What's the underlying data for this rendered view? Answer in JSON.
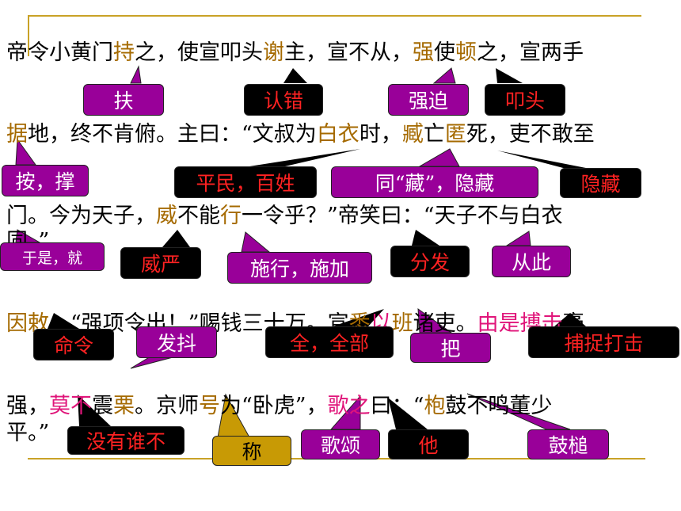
{
  "text_lines": {
    "l1": [
      "帝令小黄门",
      "持",
      "之，使宣叩头",
      "谢",
      "主，宣不从，",
      "强",
      "使",
      "顿",
      "之，宣两手"
    ],
    "l2": [
      "据",
      "地，终不肯俯。主曰：“文叔为",
      "白衣",
      "时，",
      "臧",
      "亡",
      "匿",
      "死，吏不敢至"
    ],
    "l3": [
      "门。今为天子，",
      "威",
      "不能",
      "行",
      "一令乎？”帝笑曰：“天子不与白衣"
    ],
    "l3b": "同。”",
    "l4": [
      "因",
      "敕",
      "：“强项令出！”赐钱三十万。宣",
      "悉",
      "以",
      "班",
      "诸吏。",
      "由是",
      "搏击",
      "豪"
    ],
    "l5": [
      "强，",
      "莫不",
      "震",
      "栗",
      "。京师",
      "号",
      "为“卧虎”，",
      "歌",
      "之",
      "曰：“",
      "枹",
      "鼓不鸣董少"
    ],
    "l6": "平。”"
  },
  "notes": {
    "fu": "扶",
    "renchuo": "认错",
    "qiangpo": "强迫",
    "koutou": "叩头",
    "anchen": "按，撑",
    "pingmin": "平民，百姓",
    "tongcang": "同“藏”，隐藏",
    "yincang": "隐藏",
    "yushi": "于是，就",
    "weiyan": "威严",
    "shixing": "施行，施加",
    "fenfa": "分发",
    "congci": "从此",
    "mingling": "命令",
    "fadou": "发抖",
    "quanbu": "全，全部",
    "ba": "把",
    "buzhuo": "捕捉打击",
    "meiyou": "没有谁不",
    "cheng": "称",
    "gesong": "歌颂",
    "ta": "他",
    "gubao": "鼓槌"
  },
  "colors": {
    "accent_gold": "#a56a00",
    "accent_pink": "#e0157a",
    "box_purple": "#990099",
    "box_black": "#000000",
    "box_gold": "#c89a05",
    "rule": "#c9a227"
  }
}
